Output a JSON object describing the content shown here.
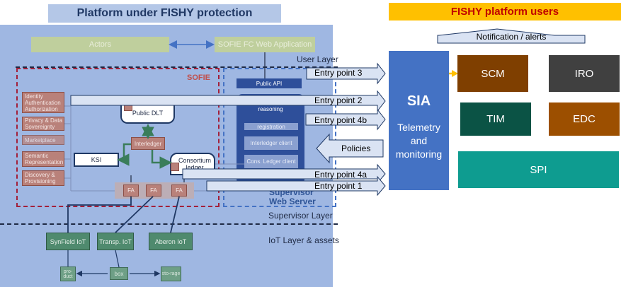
{
  "titles": {
    "left": "Platform under FISHY protection",
    "right": "FISHY platform users"
  },
  "colors": {
    "panel": "#9fb7e2",
    "sia": "#4472c4",
    "scm": "#7f3f00",
    "iro": "#404040",
    "tim": "#0b5345",
    "edc": "#9c4f00",
    "spi": "#0e9c90",
    "title_right_bg": "#ffc000",
    "title_right_text": "#c00000"
  },
  "left": {
    "actors": "Actors",
    "web_app": "SOFIE FC Web Application",
    "user_layer": "User Layer",
    "supervisor_layer": "Supervisor Layer",
    "iot_layer": "IoT Layer & assets",
    "sofie": "SOFIE",
    "supervisor_web_server": "Supervisor Web Server",
    "public_api": "Public API",
    "reasoning": "reasoning",
    "registration": "registration",
    "interledger_client": "Interledger client",
    "cons_ledger_client": "Cons. Ledger client",
    "public_dlt": "Public DLT",
    "interledger": "Interledger",
    "ksi": "KSI",
    "consortium_ledger": "Consortium ledger",
    "left_items": [
      "Identity Authentication Authorization",
      "Privacy & Data Sovereignty",
      "Marketplace",
      "Semantic Representation",
      "Discovery & Provisioning"
    ],
    "fa": [
      "FA",
      "FA",
      "FA"
    ],
    "iot": [
      "SynField IoT",
      "Transp. IoT",
      "Aberon IoT"
    ],
    "bottom": [
      "pro-duct",
      "box",
      "sto-rage"
    ]
  },
  "entry_points": {
    "ep3": "Entry point 3",
    "ep2": "Entry point 2",
    "ep4b": "Entry point 4b",
    "policies": "Policies",
    "ep4a": "Entry point 4a",
    "ep1": "Entry point 1"
  },
  "right": {
    "notification": "Notification / alerts",
    "sia_title": "SIA",
    "sia_sub": "Telemetry and monitoring",
    "scm": "SCM",
    "iro": "IRO",
    "tim": "TIM",
    "edc": "EDC",
    "spi": "SPI"
  }
}
